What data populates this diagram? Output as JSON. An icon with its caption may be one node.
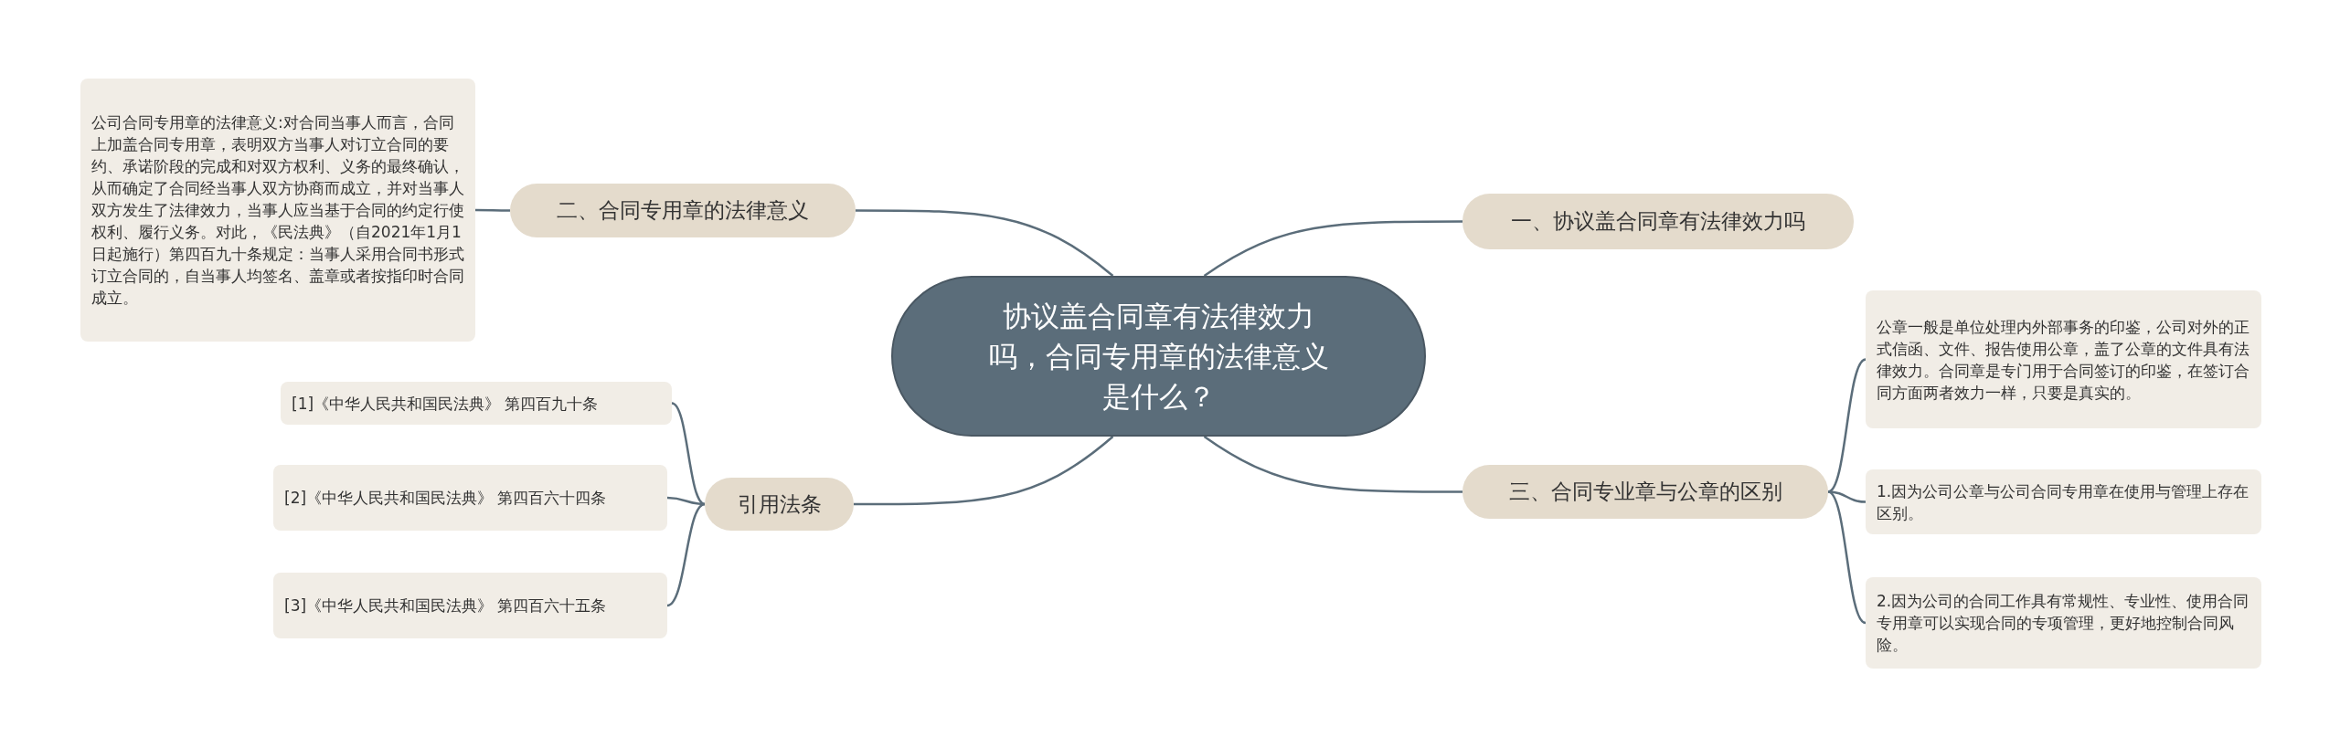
{
  "diagram": {
    "nodes": [
      {
        "text": [
          "协议盖合同章有法律效力吗，合同专用章的法律意义是什么？"
        ]
      },
      {
        "text": [
          "二、合同专用章的法律意义"
        ]
      },
      {
        "text": [
          "公司合同专用章的法律意义:对合同当事人而言，合同上加盖合同专用章，表明双方当事人对订立合同的要约、承诺阶段的完成和对双方权利、义务的最终确认，从而确定了合同经当事人双方协商而成立，并对当事人双方发生了法律效力，当事人应当基于合同的约定行使权利、履行义务。对此，《民法典》（自2021年1月1日起施行）第四百九十条规定：当事人采用合同书形式订立合同的，自当事人均签名、盖章或者按指印时合同成立。"
        ]
      },
      {
        "text": [
          "一、协议盖合同章有法律效力吗"
        ]
      },
      {
        "text": [
          "三、合同专业章与公章的区别"
        ]
      },
      {
        "text": [
          "公章一般是单位处理内外部事务的印鉴，公司对外的正式信函、文件、报告使用公章，盖了公章的文件具有法律效力。合同章是专门用于合同签订的印鉴，在签订合同方面两者效力一样，只要是真实的。"
        ]
      },
      {
        "text": [
          "1.因为公司公章与公司合同专用章在使用与管理上存在区别。"
        ]
      },
      {
        "text": [
          "2.因为公司的合同工作具有常规性、专业性、使用合同专用章可以实现合同的专项管理，更好地控制合同风险。"
        ]
      },
      {
        "text": [
          "引用法条"
        ]
      },
      {
        "text": [
          "[1]《中华人民共和国民法典》 第四百九十条"
        ]
      },
      {
        "text": [
          "[2]《中华人民共和国民法典》 第四百六十四条"
        ]
      },
      {
        "text": [
          "[3]《中华人民共和国民法典》 第四百六十五条"
        ]
      }
    ],
    "edges": [
      {
        "from": 0,
        "to": 1,
        "arrow": "none"
      },
      {
        "from": 1,
        "to": 2,
        "arrow": "none"
      },
      {
        "from": 0,
        "to": 3,
        "arrow": "none"
      },
      {
        "from": 0,
        "to": 4,
        "arrow": "none"
      },
      {
        "from": 4,
        "to": 5,
        "arrow": "none"
      },
      {
        "from": 4,
        "to": 6,
        "arrow": "none"
      },
      {
        "from": 4,
        "to": 7,
        "arrow": "none"
      },
      {
        "from": 0,
        "to": 8,
        "arrow": "none"
      },
      {
        "from": 8,
        "to": 9,
        "arrow": "none"
      },
      {
        "from": 8,
        "to": 10,
        "arrow": "none"
      },
      {
        "from": 8,
        "to": 11,
        "arrow": "none"
      }
    ]
  }
}
